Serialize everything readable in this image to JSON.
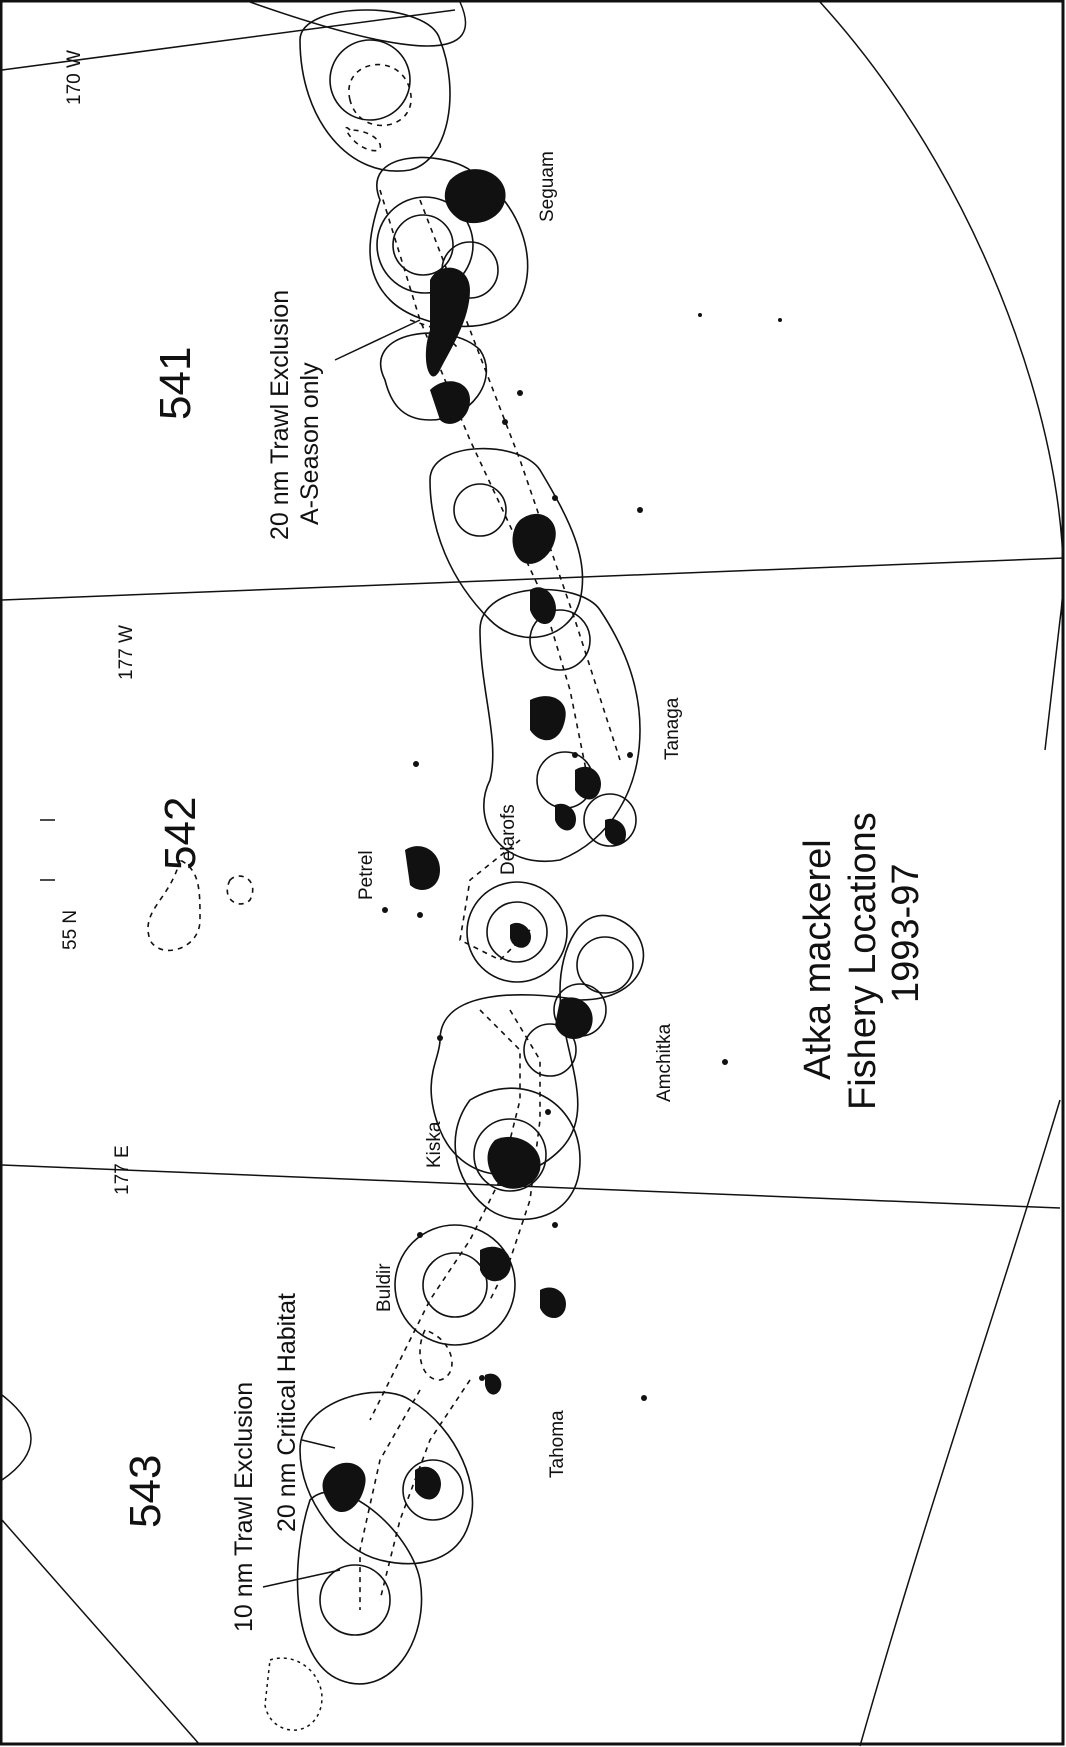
{
  "map": {
    "title_line1": "Atka mackerel",
    "title_line2": "Fishery Locations",
    "title_line3": "1993-97",
    "areas": {
      "a541": "541",
      "a542": "542",
      "a543": "543"
    },
    "meridians": {
      "m170w": "170 W",
      "m177w": "177 W",
      "m177e": "177 E"
    },
    "latitude": {
      "lat55n": "55 N"
    },
    "islands": {
      "seguam": "Seguam",
      "tanaga": "Tanaga",
      "delarofs": "Delarofs",
      "petrel": "Petrel",
      "amchitka": "Amchitka",
      "kiska": "Kiska",
      "buldir": "Buldir",
      "tahoma": "Tahoma"
    },
    "annotations": {
      "a_season_line1": "20 nm Trawl Exclusion",
      "a_season_line2": "A-Season only",
      "legend_line1": "10 nm Trawl Exclusion",
      "legend_line2": "20 nm Critical Habitat"
    },
    "colors": {
      "ink": "#111111",
      "paper": "#ffffff"
    }
  }
}
